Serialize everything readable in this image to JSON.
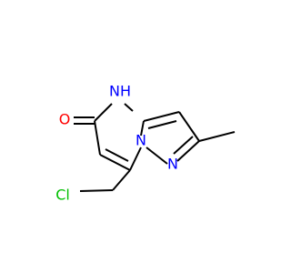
{
  "molecule": {
    "atoms": {
      "o": {
        "label": "O",
        "color": "#ff0000"
      },
      "nh": {
        "label": "N",
        "color": "#0000ff"
      },
      "h": {
        "label": "H",
        "color": "#0000ff"
      },
      "n_bridge": {
        "label": "N",
        "color": "#0000ff"
      },
      "n_pyrazole": {
        "label": "N",
        "color": "#0000ff"
      },
      "cl": {
        "label": "Cl",
        "color": "#00c000"
      }
    }
  }
}
